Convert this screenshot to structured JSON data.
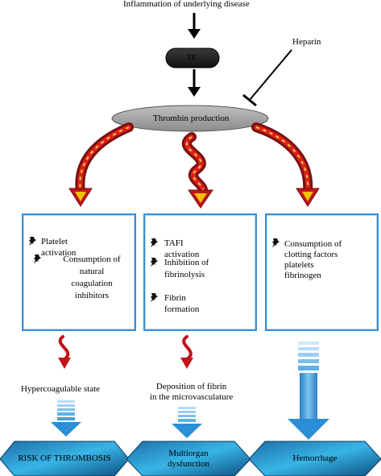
{
  "top_text": "Inflammation of underlying disease",
  "tf_label": "TF",
  "heparin_label": "Heparin",
  "thrombin_label": "Thrombin production",
  "boxes": [
    {
      "items": [
        "Platelet activation",
        "Consumption of\nnatural\ncoagulation\ninhibitors"
      ]
    },
    {
      "items": [
        "TAFI activation",
        "Inhibition of\nfibrinolysis",
        "Fibrin formation"
      ]
    },
    {
      "items": [
        "Consumption of\nclotting factors\nplatelets\nfibrinogen"
      ]
    }
  ],
  "outcomes": {
    "left": "Hypercoagulable state",
    "middle": "Deposition of fibrin\nin the microvasculature"
  },
  "hexagons": {
    "left": "RISK OF THROMBOSIS",
    "middle": "Multiorgan\ndysfunction",
    "right": "Hemorrhage"
  },
  "colors": {
    "box_border": "#3b8fd6",
    "swirl_red": "#c0141a",
    "swirl_yellow": "#f2c200",
    "hex_dark": "#0e5a8a",
    "hex_light": "#2fa8e0"
  }
}
